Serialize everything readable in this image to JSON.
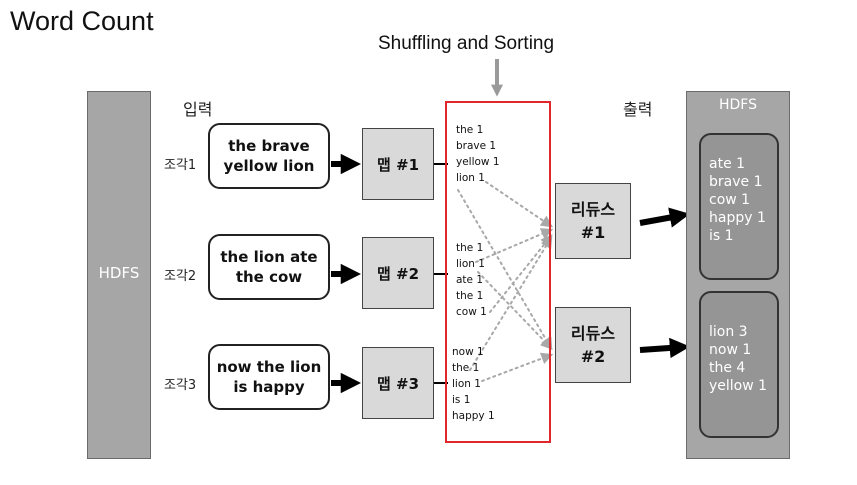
{
  "title": "Word Count",
  "shuffle_title": "Shuffling and Sorting",
  "input_label": "입력",
  "output_label": "출력",
  "hdfs_left_label": "HDFS",
  "hdfs_right_label": "HDFS",
  "splits": [
    {
      "label": "조각1",
      "text": "the brave\nyellow lion",
      "map": "맵 #1",
      "pairs": "the 1\nbrave 1\nyellow 1\nlion 1"
    },
    {
      "label": "조각2",
      "text": "the lion ate\nthe cow",
      "map": "맵 #2",
      "pairs": "the 1\nlion 1\nate 1\nthe 1\ncow 1"
    },
    {
      "label": "조각3",
      "text": "now the lion\nis happy",
      "map": "맵 #3",
      "pairs": "now 1\nthe 1\nlion 1\nis 1\nhappy 1"
    }
  ],
  "reducers": [
    {
      "label": "리듀스\n#1",
      "output": "ate 1\nbrave 1\ncow 1\nhappy 1\nis 1"
    },
    {
      "label": "리듀스\n#2",
      "output": "lion 3\nnow 1\nthe 4\nyellow 1"
    }
  ],
  "colors": {
    "shuffle_border": "#e0282a",
    "hdfs_fill": "#a6a6a6",
    "box_fill": "#d9d9d9",
    "result_fill": "#959595"
  }
}
